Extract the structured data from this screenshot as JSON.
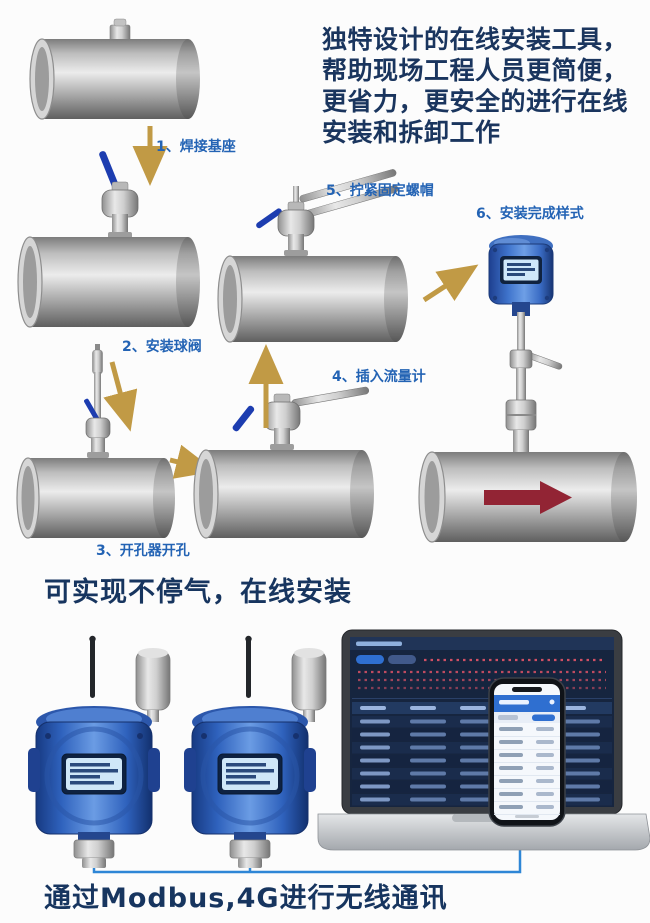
{
  "intro": {
    "text": "独特设计的在线安装工具， 帮助现场工程人员更简便， 更省力，更安全的进行在线安装和拆卸工作"
  },
  "steps": {
    "step1": "1、焊接基座",
    "step2": "2、安装球阀",
    "step3": "3、开孔器开孔",
    "step4": "4、插入流量计",
    "step5": "5、拧紧固定螺帽",
    "step6": "6、安装完成样式"
  },
  "captions": {
    "middle": "可实现不停气，在线安装",
    "bottom": "通过Modbus,4G进行无线通讯"
  },
  "colors": {
    "heading_text": "#1a355e",
    "step_label_blue": "#2363b4",
    "arrow_gold": "#c19a45",
    "flow_arrow_red": "#922434",
    "device_blue": "#3a6fc4",
    "link_line_blue": "#2e86d6",
    "valve_handle_blue": "#1d3db0"
  }
}
